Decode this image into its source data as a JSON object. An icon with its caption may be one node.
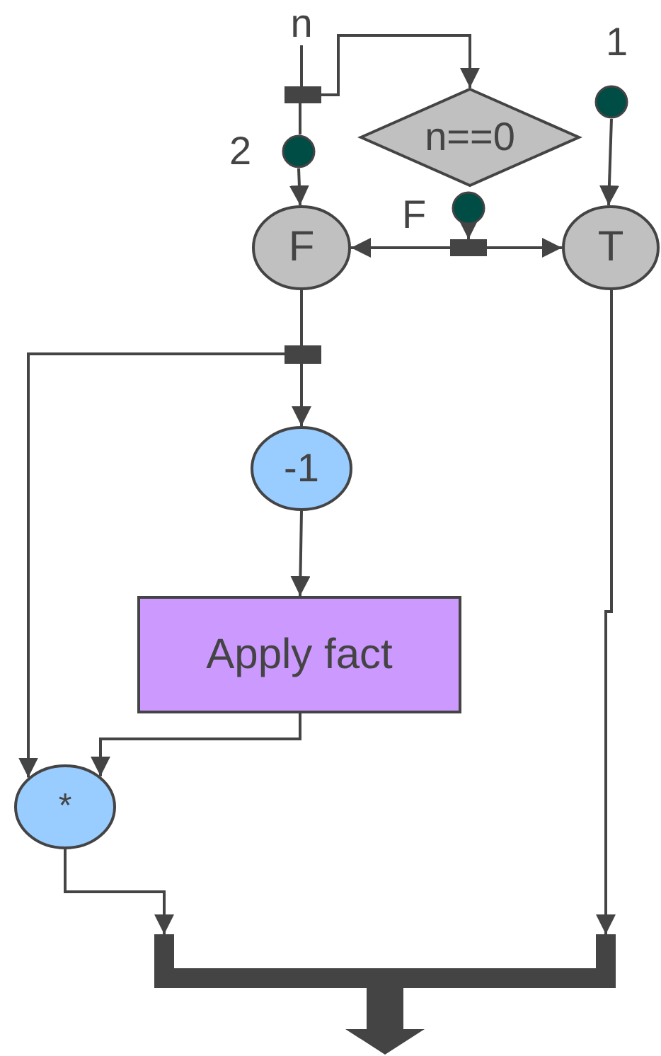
{
  "diagram": {
    "nodes": [
      {
        "text": [
          "n"
        ]
      },
      {
        "text": [],
        "shape": "bar"
      },
      {
        "text": [
          "n==0"
        ]
      },
      {
        "text": [],
        "shape": "circle",
        "beside": [
          "1"
        ]
      },
      {
        "text": [],
        "shape": "circle",
        "beside": [
          "2"
        ]
      },
      {
        "text": [],
        "shape": "circle",
        "beside": [
          "F"
        ]
      },
      {
        "text": [],
        "shape": "bar"
      },
      {
        "text": [
          "F"
        ]
      },
      {
        "text": [
          "T"
        ]
      },
      {
        "text": [],
        "shape": "bar"
      },
      {
        "text": [
          "-1"
        ]
      },
      {
        "text": [
          "Apply fact"
        ]
      },
      {
        "text": [
          "*"
        ]
      },
      {
        "text": [],
        "shape": "bar"
      }
    ],
    "edges": [
      {
        "from": 0,
        "to": 1,
        "arrow": "none"
      },
      {
        "from": 1,
        "to": 2,
        "arrow": "to"
      },
      {
        "from": 1,
        "to": 4,
        "arrow": "none"
      },
      {
        "from": 4,
        "to": 7,
        "arrow": "to"
      },
      {
        "from": 3,
        "to": 8,
        "arrow": "to"
      },
      {
        "from": 5,
        "to": 6,
        "arrow": "to"
      },
      {
        "from": 6,
        "to": 7,
        "arrow": "to"
      },
      {
        "from": 6,
        "to": 8,
        "arrow": "to"
      },
      {
        "from": 7,
        "to": 9,
        "arrow": "none"
      },
      {
        "from": 9,
        "to": 10,
        "arrow": "to"
      },
      {
        "from": 9,
        "to": 12,
        "arrow": "to"
      },
      {
        "from": 10,
        "to": 11,
        "arrow": "to"
      },
      {
        "from": 11,
        "to": 12,
        "arrow": "to"
      },
      {
        "from": 12,
        "to": 13,
        "arrow": "to"
      },
      {
        "from": 8,
        "to": 13,
        "arrow": "to"
      }
    ]
  }
}
